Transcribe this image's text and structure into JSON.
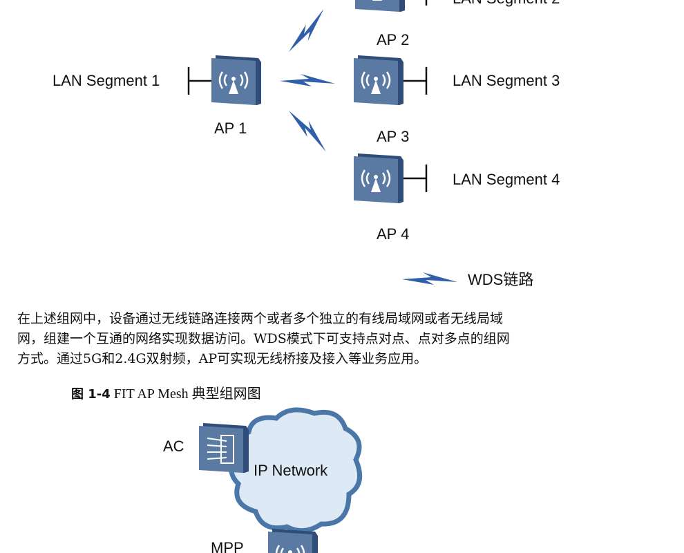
{
  "diagram_wds": {
    "nodes": [
      {
        "label": "AP 1",
        "segment": "LAN Segment 1"
      },
      {
        "label": "AP 2",
        "segment": "LAN Segment 2"
      },
      {
        "label": "AP 3",
        "segment": "LAN Segment 3"
      },
      {
        "label": "AP 4",
        "segment": "LAN Segment 4"
      }
    ],
    "legend_label": "WDS链路",
    "colors": {
      "device": "#4d6a93",
      "link": "#2e5fa8"
    }
  },
  "paragraph": {
    "lines": [
      "在上述组网中，设备通过无线链路连接两个或者多个独立的有线局域网或者无线局域",
      "网，组建一个互通的网络实现数据访问。WDS模式下可支持点对点、点对多点的组网",
      "方式。通过5G和2.4G双射频，AP可实现无线桥接及接入等业务应用。"
    ]
  },
  "figure_caption": {
    "number": "图 1-4",
    "title": "FIT AP Mesh 典型组网图"
  },
  "diagram_mesh": {
    "ac_label": "AC",
    "network_label": "IP Network",
    "mpp_label": "MPP",
    "colors": {
      "cloud_fill": "#dde9f5",
      "cloud_stroke": "#4a77a8"
    }
  }
}
